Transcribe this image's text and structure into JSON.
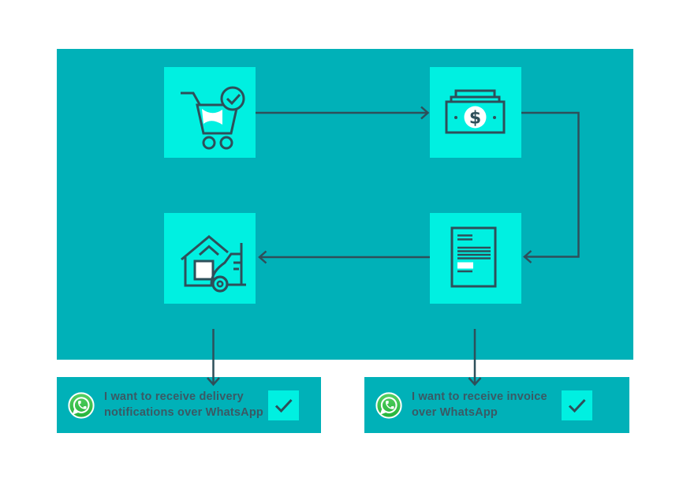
{
  "colors": {
    "background": "#FFFFFF",
    "panel_teal": "#00B1B8",
    "node_cyan": "#00F0E1",
    "line_dark": "#2E4F5A",
    "text_dark": "#3A5964",
    "whatsapp_green_top": "#57D163",
    "whatsapp_green_bottom": "#23B33A",
    "check_white": "#FFFFFF"
  },
  "flow": {
    "nodes": [
      {
        "id": "order",
        "icon": "cart-check-icon"
      },
      {
        "id": "payment",
        "icon": "money-icon"
      },
      {
        "id": "invoice",
        "icon": "invoice-icon"
      },
      {
        "id": "delivery",
        "icon": "home-delivery-icon"
      }
    ],
    "connections": [
      {
        "from": "order",
        "to": "payment"
      },
      {
        "from": "payment",
        "to": "invoice"
      },
      {
        "from": "invoice",
        "to": "delivery"
      },
      {
        "from": "delivery",
        "to": "option-delivery"
      },
      {
        "from": "invoice",
        "to": "option-invoice"
      }
    ],
    "money_symbol": "$"
  },
  "options": [
    {
      "id": "option-delivery",
      "icon": "whatsapp-icon",
      "label": "I want to receive delivery notifications over WhatsApp",
      "checked": true
    },
    {
      "id": "option-invoice",
      "icon": "whatsapp-icon",
      "label": "I want to receive invoice over WhatsApp",
      "checked": true
    }
  ]
}
